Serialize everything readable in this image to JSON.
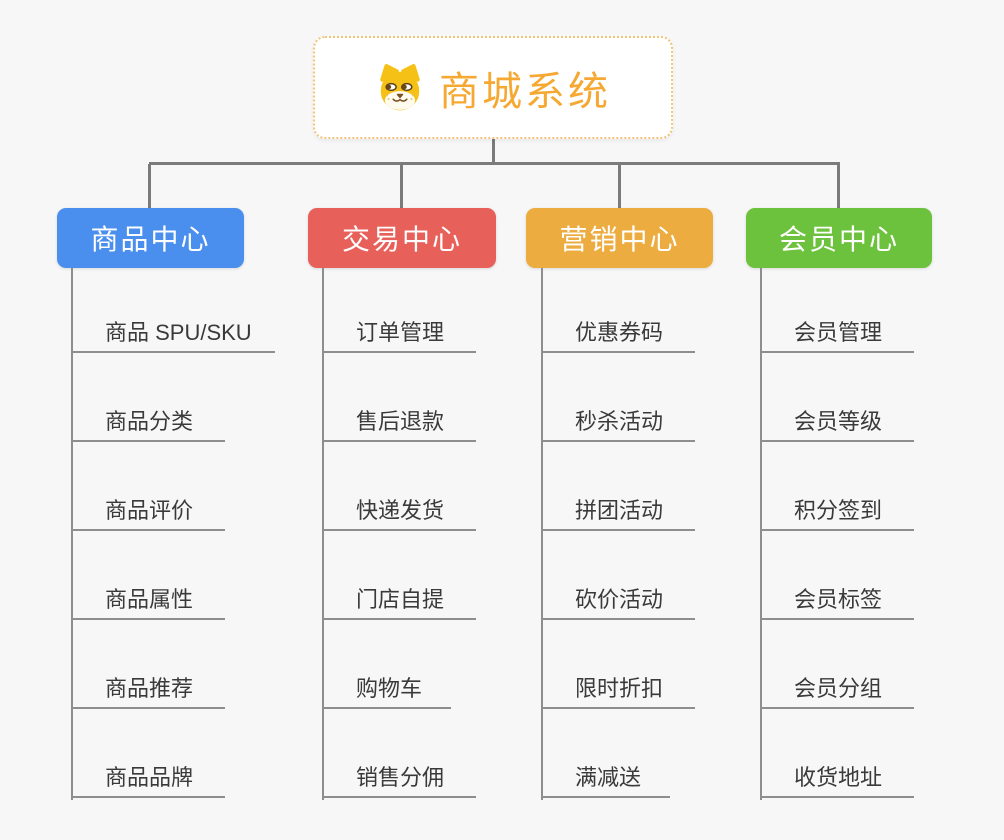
{
  "canvas": {
    "background": "#f7f7f8",
    "connector_color": "#7b7b7b",
    "underline_color": "#8e8e8e",
    "leaf_text_color": "#3a3a3a"
  },
  "root": {
    "title": "商城系统",
    "icon": "doge-icon",
    "title_color": "#f5a832",
    "border_color": "#f2c379",
    "background": "#ffffff"
  },
  "branches": [
    {
      "label": "商品中心",
      "color": "#4a8fee",
      "children": [
        "商品 SPU/SKU",
        "商品分类",
        "商品评价",
        "商品属性",
        "商品推荐",
        "商品品牌"
      ]
    },
    {
      "label": "交易中心",
      "color": "#e8605a",
      "children": [
        "订单管理",
        "售后退款",
        "快递发货",
        "门店自提",
        "购物车",
        "销售分佣"
      ]
    },
    {
      "label": "营销中心",
      "color": "#ecac40",
      "children": [
        "优惠券码",
        "秒杀活动",
        "拼团活动",
        "砍价活动",
        "限时折扣",
        "满减送"
      ]
    },
    {
      "label": "会员中心",
      "color": "#6cc13d",
      "children": [
        "会员管理",
        "会员等级",
        "积分签到",
        "会员标签",
        "会员分组",
        "收货地址"
      ]
    }
  ]
}
